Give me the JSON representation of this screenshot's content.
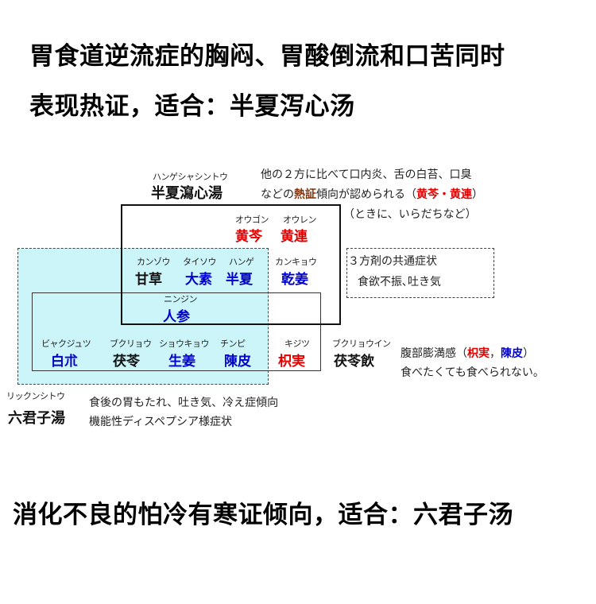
{
  "headings": {
    "top_line1": "胃食道逆流症的胸闷、胃酸倒流和口苦同时",
    "top_line2": "表现热证，适合：半夏泻心汤",
    "bottom": "消化不良的怕冷有寒证倾向，适合：六君子汤"
  },
  "hange": {
    "kana": "ハンゲシャシントウ",
    "name": "半夏瀉心湯",
    "desc1": "他の２方に比べて口内炎、舌の白苔、口臭",
    "desc2_pre": "などの",
    "desc2_netsu": "熱証",
    "desc2_mid": "傾向が認められる（",
    "desc2_h1": "黄芩",
    "desc2_dot": "・",
    "desc2_h2": "黄連",
    "desc2_close": "）",
    "desc3": "（ときに、いらだちなど）"
  },
  "herbs": {
    "ougon": {
      "kana": "オウゴン",
      "name": "黄芩"
    },
    "ouren": {
      "kana": "オウレン",
      "name": "黄連"
    },
    "kanzou": {
      "kana": "カンゾウ",
      "name": "甘草"
    },
    "taisou": {
      "kana": "タイソウ",
      "name": "大素"
    },
    "hange": {
      "kana": "ハンゲ",
      "name": "半夏"
    },
    "kankyou": {
      "kana": "カンキョウ",
      "name": "乾姜"
    },
    "ninjin": {
      "kana": "ニンジン",
      "name": "人参"
    },
    "byakujutsu": {
      "kana": "ビャクジュツ",
      "name": "白朮"
    },
    "bukuryou": {
      "kana": "ブクリョウ",
      "name": "茯苓"
    },
    "shoukyou": {
      "kana": "ショウキョウ",
      "name": "生姜"
    },
    "chinpi": {
      "kana": "チンピ",
      "name": "陳皮"
    },
    "kijitsu": {
      "kana": "キジツ",
      "name": "枳実"
    },
    "bukuryouin": {
      "kana": "ブクリョウイン",
      "name": "茯苓飲"
    }
  },
  "common": {
    "line1": "３方剤の共通症状",
    "line2": "食欲不振､吐き気"
  },
  "bukuryouin_desc": {
    "pre": "腹部膨満感（",
    "h1": "枳実",
    "sep": "，",
    "h2": "陳皮",
    "close": "）",
    "line2": "食べたくても食べられない。"
  },
  "rikkunshi": {
    "kana": "リックンシトウ",
    "name": "六君子湯",
    "desc1": "食後の胃もたれ、吐き気、冷え症傾向",
    "desc2": "機能性ディスペプシア様症状"
  },
  "colors": {
    "cyan_fill": "#ccf5fa",
    "red": "#e00000",
    "blue": "#0000cc"
  }
}
